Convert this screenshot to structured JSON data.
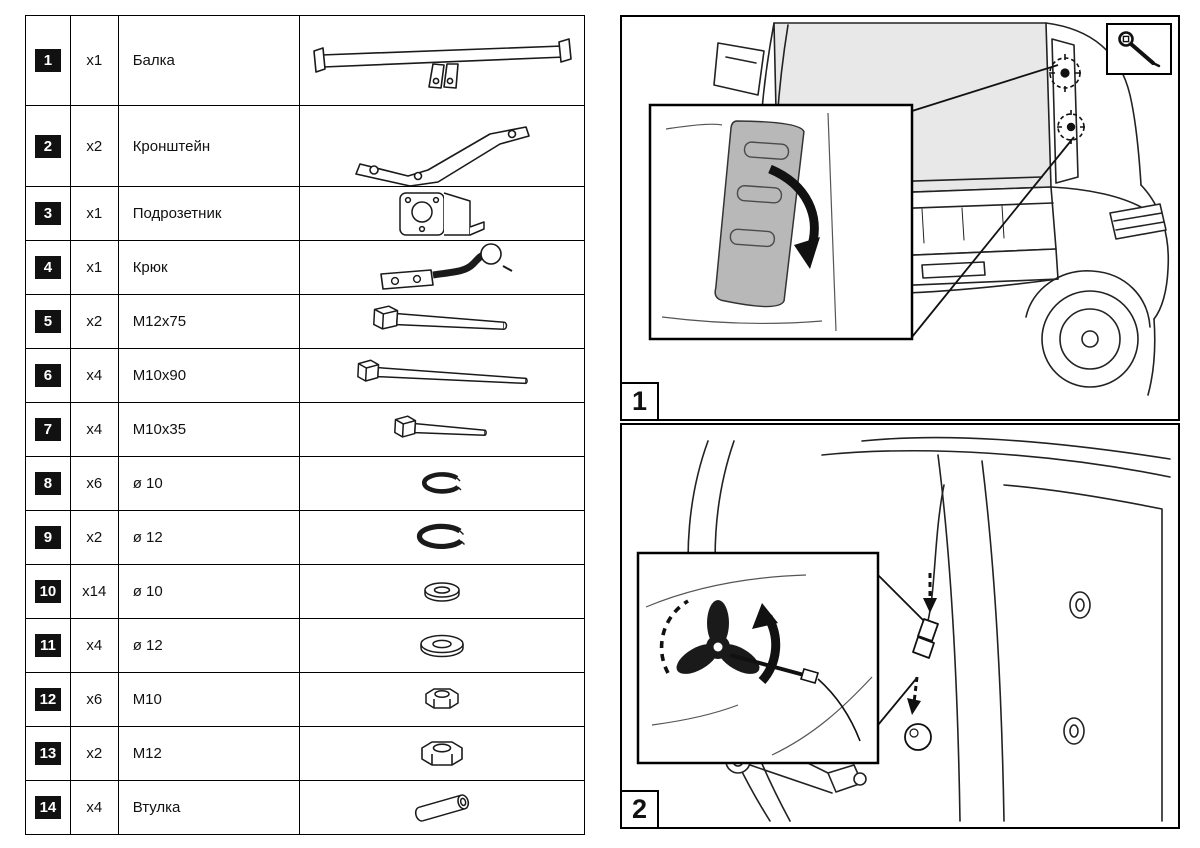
{
  "parts_table": {
    "rows": [
      {
        "num": "1",
        "qty": "x1",
        "name": "Балка",
        "icon": "beam-icon"
      },
      {
        "num": "2",
        "qty": "x2",
        "name": "Кронштейн",
        "icon": "bracket-icon"
      },
      {
        "num": "3",
        "qty": "x1",
        "name": "Подрозетник",
        "icon": "socket-plate-icon"
      },
      {
        "num": "4",
        "qty": "x1",
        "name": "Крюк",
        "icon": "towball-hook-icon"
      },
      {
        "num": "5",
        "qty": "x2",
        "name": "M12x75",
        "icon": "bolt-long-icon"
      },
      {
        "num": "6",
        "qty": "x4",
        "name": "M10x90",
        "icon": "bolt-extra-long-icon"
      },
      {
        "num": "7",
        "qty": "x4",
        "name": "M10x35",
        "icon": "bolt-short-icon"
      },
      {
        "num": "8",
        "qty": "x6",
        "name": "ø 10",
        "icon": "spring-washer-icon"
      },
      {
        "num": "9",
        "qty": "x2",
        "name": "ø 12",
        "icon": "spring-washer-icon"
      },
      {
        "num": "10",
        "qty": "x14",
        "name": "ø 10",
        "icon": "flat-washer-icon"
      },
      {
        "num": "11",
        "qty": "x4",
        "name": "ø 12",
        "icon": "flat-washer-icon"
      },
      {
        "num": "12",
        "qty": "x6",
        "name": "M10",
        "icon": "nut-icon"
      },
      {
        "num": "13",
        "qty": "x2",
        "name": "M12",
        "icon": "nut-icon"
      },
      {
        "num": "14",
        "qty": "x4",
        "name": "Втулка",
        "icon": "bushing-icon"
      }
    ]
  },
  "steps": {
    "step1": {
      "label": "1"
    },
    "step2": {
      "label": "2"
    }
  },
  "colors": {
    "line": "#1a1a1a",
    "shade": "#e8e8e8",
    "trim_panel": "#b8b8b8",
    "badge_bg": "#111111"
  }
}
